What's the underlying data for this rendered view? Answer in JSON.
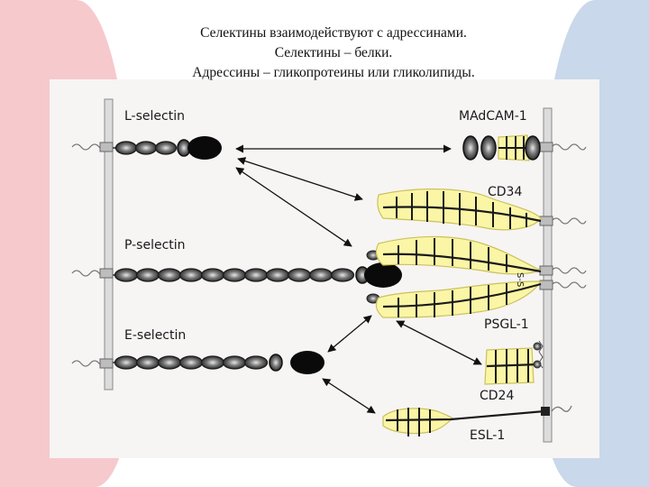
{
  "title_lines": [
    "Селектины взаимодействуют с адрессинами.",
    "Селектины – белки.",
    "Адрессины – гликопротеины или гликолипиды."
  ],
  "labels": {
    "l_selectin": "L-selectin",
    "p_selectin": "P-selectin",
    "e_selectin": "E-selectin",
    "madcam": "MAdCAM-1",
    "cd34": "CD34",
    "psgl": "PSGL-1",
    "cd24": "CD24",
    "esl": "ESL-1",
    "ss": "S-S"
  },
  "colors": {
    "left_bg": "#f6c9cd",
    "right_bg": "#c9d8ea",
    "glycan_fill": "#fbf6a6",
    "lectin_domain": "#0a0a0a"
  }
}
